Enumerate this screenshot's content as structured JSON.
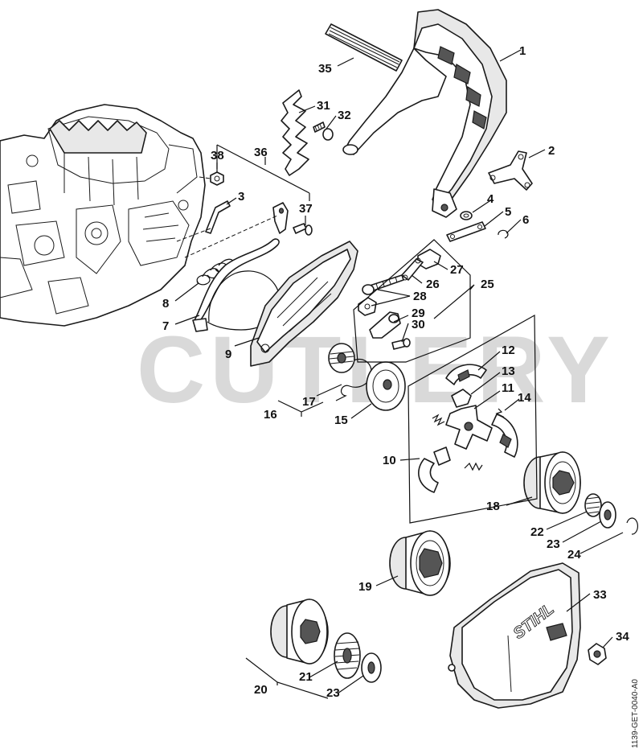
{
  "watermark": "CUTLERY",
  "drawing_code": "1139-GET-0040-A0",
  "brand_mark": "STIHL",
  "callouts": [
    {
      "id": "1",
      "text": "1"
    },
    {
      "id": "2",
      "text": "2"
    },
    {
      "id": "3",
      "text": "3"
    },
    {
      "id": "4",
      "text": "4"
    },
    {
      "id": "5",
      "text": "5"
    },
    {
      "id": "6",
      "text": "6"
    },
    {
      "id": "7",
      "text": "7"
    },
    {
      "id": "8",
      "text": "8"
    },
    {
      "id": "9",
      "text": "9"
    },
    {
      "id": "10",
      "text": "10"
    },
    {
      "id": "11",
      "text": "11"
    },
    {
      "id": "12",
      "text": "12"
    },
    {
      "id": "13",
      "text": "13"
    },
    {
      "id": "14",
      "text": "14"
    },
    {
      "id": "15",
      "text": "15"
    },
    {
      "id": "16",
      "text": "16"
    },
    {
      "id": "17",
      "text": "17"
    },
    {
      "id": "18",
      "text": "18"
    },
    {
      "id": "19",
      "text": "19"
    },
    {
      "id": "20",
      "text": "20"
    },
    {
      "id": "21",
      "text": "21"
    },
    {
      "id": "22",
      "text": "22"
    },
    {
      "id": "23a",
      "text": "23"
    },
    {
      "id": "23b",
      "text": "23"
    },
    {
      "id": "24",
      "text": "24"
    },
    {
      "id": "25",
      "text": "25"
    },
    {
      "id": "26",
      "text": "26"
    },
    {
      "id": "27",
      "text": "27"
    },
    {
      "id": "28",
      "text": "28"
    },
    {
      "id": "29",
      "text": "29"
    },
    {
      "id": "30",
      "text": "30"
    },
    {
      "id": "31",
      "text": "31"
    },
    {
      "id": "32",
      "text": "32"
    },
    {
      "id": "33",
      "text": "33"
    },
    {
      "id": "34",
      "text": "34"
    },
    {
      "id": "35",
      "text": "35"
    },
    {
      "id": "36",
      "text": "36"
    },
    {
      "id": "37",
      "text": "37"
    },
    {
      "id": "38",
      "text": "38"
    }
  ]
}
